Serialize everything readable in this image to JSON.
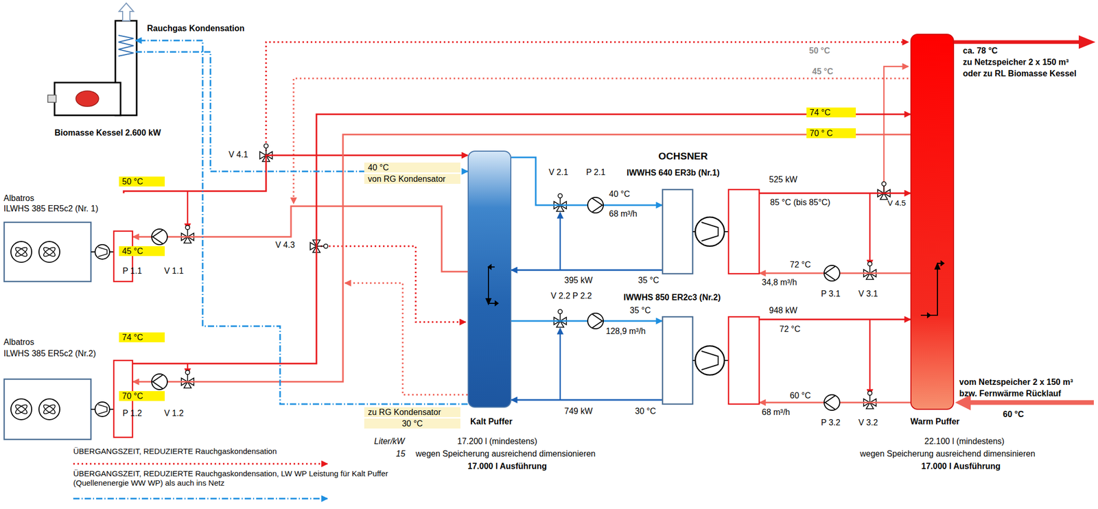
{
  "diagram": {
    "nodes": [
      {
        "text": [
          "Biomasse Kessel 2.600 kW"
        ]
      },
      {
        "text": [
          "Rauchgas Kondensation"
        ]
      },
      {
        "text": [
          "Albatros",
          "ILWHS 385 ER5c2 (Nr. 1)"
        ]
      },
      {
        "text": [
          "Albatros",
          "ILWHS 385 ER5c2 (Nr.2)"
        ]
      },
      {
        "text": [
          "Kalt Puffer"
        ]
      },
      {
        "text": [
          "OCHSNER",
          "IWWHS 640 ER3b (Nr.1)"
        ]
      },
      {
        "text": [
          "IWWHS 850 ER2c3 (Nr.2)"
        ]
      },
      {
        "text": [
          "Warm Puffer"
        ]
      }
    ],
    "edges": [
      {
        "from": 2,
        "to": 4,
        "arrow": "to"
      },
      {
        "from": 4,
        "to": 2,
        "arrow": "to"
      },
      {
        "from": 3,
        "to": 7,
        "arrow": "to"
      },
      {
        "from": 7,
        "to": 3,
        "arrow": "to"
      },
      {
        "from": 4,
        "to": 5,
        "arrow": "to"
      },
      {
        "from": 5,
        "to": 4,
        "arrow": "to"
      },
      {
        "from": 4,
        "to": 6,
        "arrow": "to"
      },
      {
        "from": 6,
        "to": 4,
        "arrow": "to"
      },
      {
        "from": 5,
        "to": 7,
        "arrow": "to"
      },
      {
        "from": 7,
        "to": 5,
        "arrow": "to"
      },
      {
        "from": 6,
        "to": 7,
        "arrow": "to"
      },
      {
        "from": 7,
        "to": 6,
        "arrow": "to"
      },
      {
        "from": 1,
        "to": 4,
        "arrow": "to"
      },
      {
        "from": 4,
        "to": 1,
        "arrow": "to"
      }
    ],
    "labels": [
      "50 °C",
      "45 °C",
      "74 °C",
      "70 ° C",
      "ca. 78 °C",
      "zu Netzspeicher 2 x 150 m³",
      "oder zu RL Biomasse Kessel",
      "V 4.1",
      "40 °C",
      "von RG Kondensator",
      "50 °C",
      "45 °C",
      "P 1.1",
      "V 1.1",
      "V 4.3",
      "74 °C",
      "70 °C",
      "P 1.2",
      "V 1.2",
      "V 2.1",
      "P 2.1",
      "40 °C",
      "68 m³/h",
      "525 kW",
      "85 °C (bis 85°C)",
      "V 4.5",
      "72 °C",
      "34,8 m³/h",
      "P 3.1",
      "V 3.1",
      "395 kW",
      "35 °C",
      "V 2.2 P 2.2",
      "35 °C",
      "128,9 m³/h",
      "948 kW",
      "72 °C",
      "749 kW",
      "30 °C",
      "60 °C",
      "68 m³/h",
      "P 3.2",
      "V 3.2",
      "vom Netzspeicher 2 x 150 m³",
      "bzw. Fernwärme Rücklauf",
      "60 °C",
      "zu RG Kondensator",
      "30 °C",
      "Liter/kW",
      "17.200 l (mindestens)",
      "15",
      "wegen Speicherung ausreichend dimensionieren",
      "17.000 l Ausführung",
      "22.100 l (mindestens)",
      "wegen Speicherung ausreichend dimensinieren",
      "17.000 l Ausführung"
    ],
    "legend": [
      {
        "text": "ÜBERGANGSZEIT, REDUZIERTE Rauchgaskondensation"
      },
      {
        "text": "ÜBERGANGSZEIT, REDUZIERTE Rauchgaskondensation, LW WP Leistung für Kalt Puffer (Quellenenergie WW WP) als auch ins Netz"
      }
    ]
  }
}
